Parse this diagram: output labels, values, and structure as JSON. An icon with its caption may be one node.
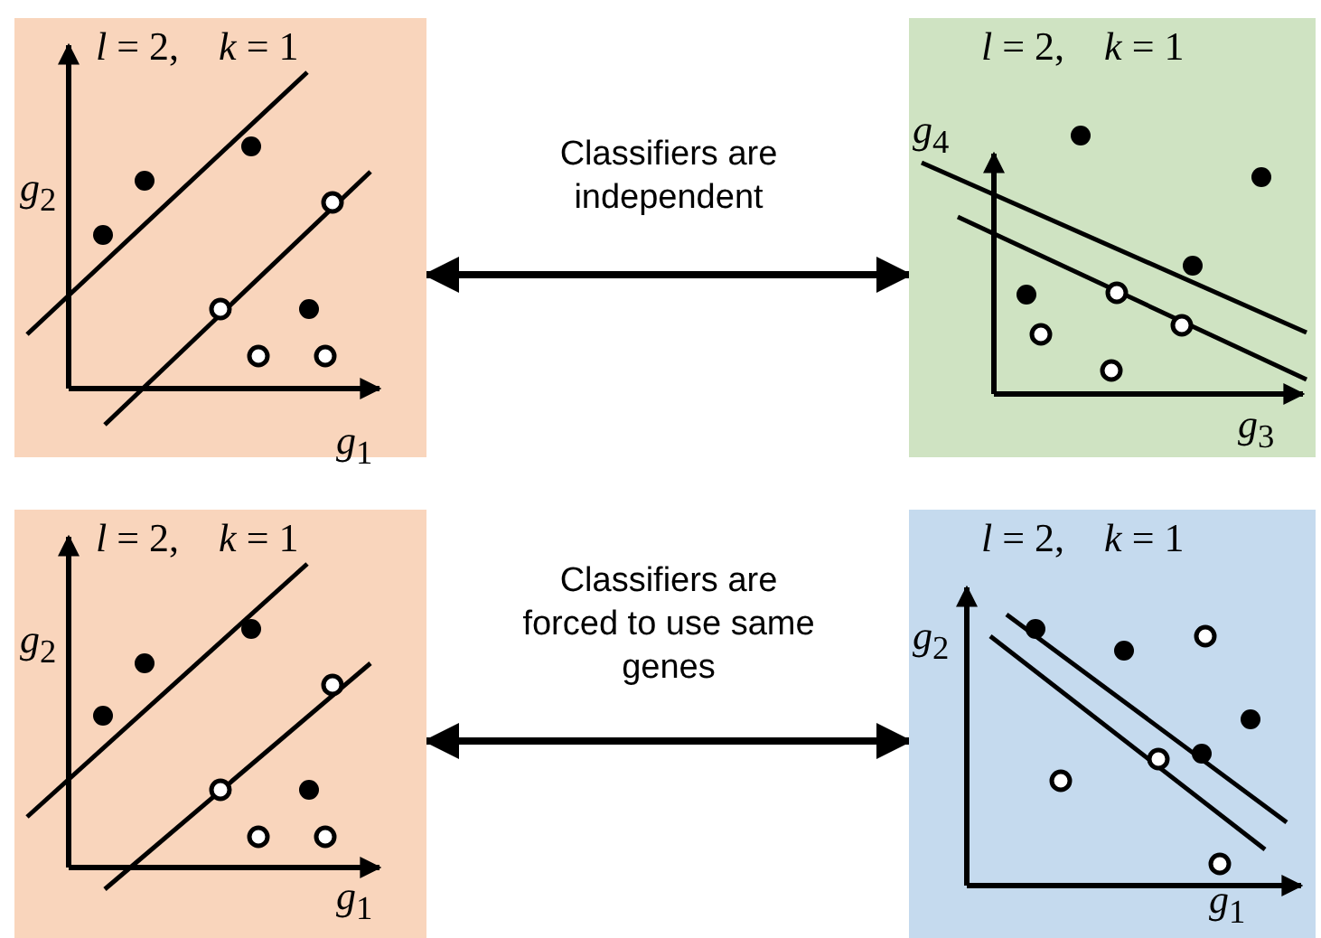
{
  "diagram": {
    "nodes": [
      {
        "text": [
          "*l* = 2,    *k* = 1",
          "*g*$_{2}$",
          "*g*$_{1}$"
        ]
      },
      {
        "text": [
          "*l* = 2,    *k* = 1",
          "*g*$_{4}$",
          "*g*$_{3}$"
        ]
      },
      {
        "text": [
          "*l* = 2,    *k* = 1",
          "*g*$_{2}$",
          "*g*$_{1}$"
        ]
      },
      {
        "text": [
          "*l* = 2,    *k* = 1",
          "*g*$_{2}$",
          "*g*$_{1}$"
        ]
      }
    ],
    "edges": [
      {
        "from": 0,
        "to": 1,
        "arrow": "both",
        "label": "Classifiers are independent"
      },
      {
        "from": 2,
        "to": 3,
        "arrow": "both",
        "label": "Classifiers are forced to use same genes"
      }
    ]
  }
}
